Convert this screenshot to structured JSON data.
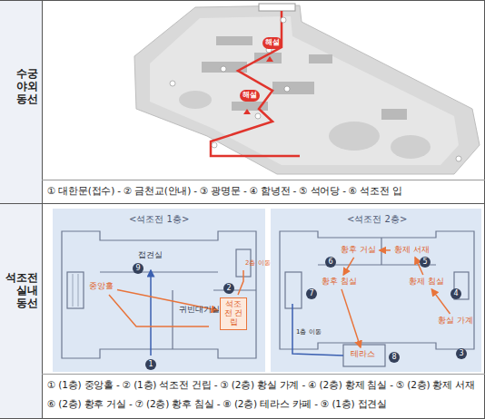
{
  "diagram": {
    "nodes": [
      {
        "text": [
          "해설"
        ]
      },
      {
        "text": [
          "해설"
        ]
      },
      {
        "text": [
          "접견실"
        ]
      },
      {
        "text": [
          "중앙홀"
        ]
      },
      {
        "text": [
          "귀빈대기실"
        ]
      },
      {
        "text": [
          "석조전 건립"
        ]
      },
      {
        "text": [
          "황후 거실"
        ]
      },
      {
        "text": [
          "황제 서재"
        ]
      },
      {
        "text": [
          "황후 침실"
        ]
      },
      {
        "text": [
          "황제 침실"
        ]
      },
      {
        "text": [
          "황실 가계"
        ]
      },
      {
        "text": [
          "테라스"
        ]
      }
    ],
    "edges": [
      {
        "from": 3,
        "to": 5,
        "arrow": "to"
      },
      {
        "from": 10,
        "to": 9,
        "arrow": "to"
      },
      {
        "from": 9,
        "to": 7,
        "arrow": "to"
      },
      {
        "from": 7,
        "to": 6,
        "arrow": "to"
      },
      {
        "from": 6,
        "to": 8,
        "arrow": "to"
      },
      {
        "from": 8,
        "to": 11,
        "arrow": "to"
      }
    ],
    "labels": [
      "수궁 야외 동선",
      "① 대한문(접수) - ② 금천교(안내) - ③ 광명문 - ④ 함녕전 - ⑤ 석어당 - ⑥ 석조전 입",
      "석조전 실내 동선",
      "<석조전 1층>",
      "<석조전 2층>",
      "9",
      "1",
      "2",
      "2층 이동",
      "3",
      "4",
      "5",
      "6",
      "7",
      "8",
      "1층 이동",
      "① (1층) 중앙홀 - ② (1층) 석조전 건립 - ③ (2층) 황실 가계 - ④ (2층) 황제 침실 - ⑤ (2층) 황제 서재",
      "⑥ (2층) 황후 거실 - ⑦ (2층) 황후 침실 - ⑧ (2층) 테라스 카페 - ⑨ (1층) 접견실"
    ]
  }
}
